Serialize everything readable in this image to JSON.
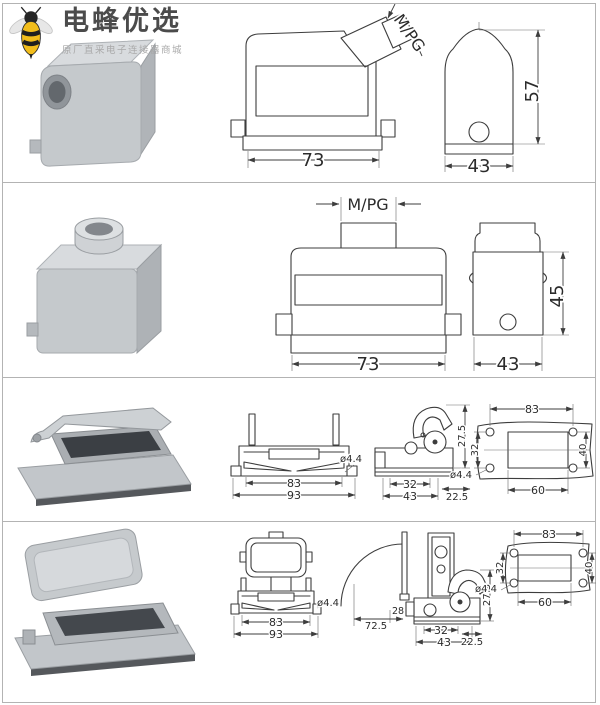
{
  "brand": {
    "name": "电蜂优选",
    "tagline": "原厂直采电子连接器商城"
  },
  "rows": [
    {
      "name": "hood-side-entry",
      "dims": {
        "entry": "M/PG",
        "width": "73",
        "height": "57",
        "depth": "43"
      }
    },
    {
      "name": "hood-top-entry",
      "dims": {
        "entry": "M/PG",
        "width": "73",
        "height": "45",
        "depth": "43"
      }
    },
    {
      "name": "base-with-lever",
      "dims": {
        "mount": "83",
        "overall": "93",
        "hole": "ø4.4",
        "a": "32",
        "b": "43",
        "c": "22.5",
        "h": "27.5",
        "flange_pitch": "83",
        "cutout": "60",
        "flange_left": "32",
        "flange_right": "40",
        "flange_hole": "ø4.4"
      }
    },
    {
      "name": "base-with-cover",
      "dims": {
        "mount": "83",
        "overall": "93",
        "hole": "ø4.4",
        "swing": "72.5",
        "offset": "28",
        "a": "32",
        "b": "43",
        "c": "22.5",
        "h": "27.5",
        "flange_pitch": "83",
        "cutout": "60",
        "flange_left": "32",
        "flange_right": "40",
        "flange_hole": "ø4.4"
      }
    }
  ]
}
